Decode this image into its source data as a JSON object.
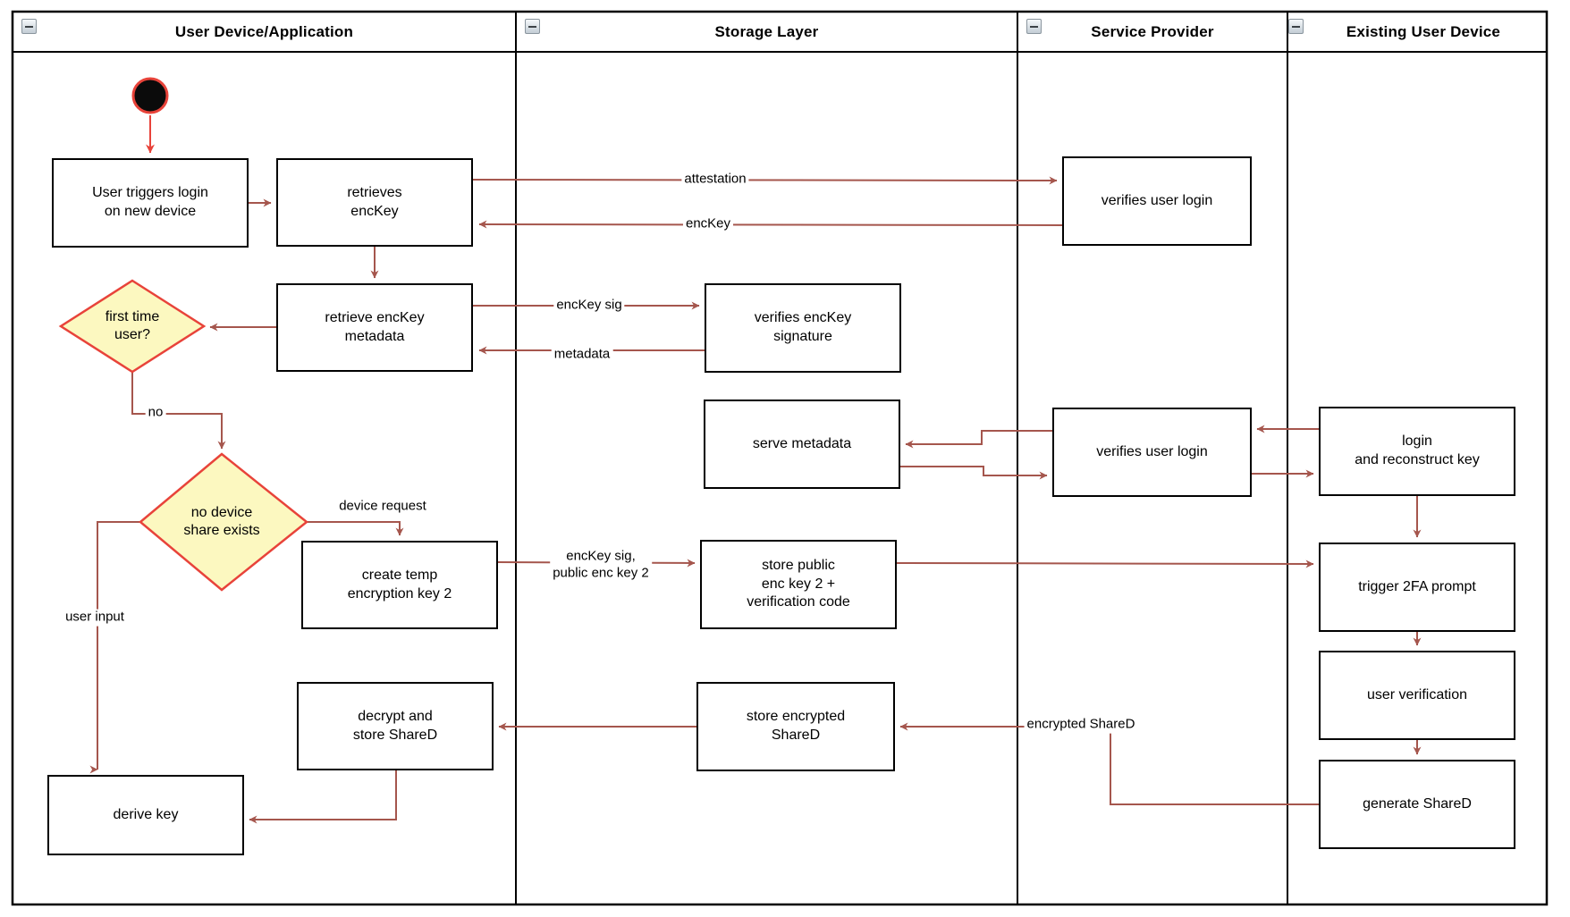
{
  "lanes": [
    {
      "label": "User Device/Application"
    },
    {
      "label": "Storage Layer"
    },
    {
      "label": "Service Provider"
    },
    {
      "label": "Existing User Device"
    }
  ],
  "nodes": {
    "user_triggers_login": {
      "label": "User triggers login\non new device"
    },
    "retrieves_enckey": {
      "label": "retrieves\nencKey"
    },
    "retrieve_enckey_metadata": {
      "label": "retrieve encKey\nmetadata"
    },
    "first_time_user": {
      "label": "first time\nuser?"
    },
    "no_device_share": {
      "label": "no device\nshare exists"
    },
    "create_temp_key": {
      "label": "create temp\nencryption key 2"
    },
    "decrypt_store_shared": {
      "label": "decrypt and\nstore ShareD"
    },
    "derive_key": {
      "label": "derive key"
    },
    "verifies_enckey_signature": {
      "label": "verifies encKey\nsignature"
    },
    "serve_metadata": {
      "label": "serve metadata"
    },
    "store_public_enc_key": {
      "label": "store public\nenc key 2 +\nverification code"
    },
    "store_encrypted_shared": {
      "label": "store encrypted\nShareD"
    },
    "verifies_user_login_top": {
      "label": "verifies user login"
    },
    "verifies_user_login_mid": {
      "label": "verifies user login"
    },
    "login_reconstruct_key": {
      "label": "login\nand reconstruct key"
    },
    "trigger_2fa": {
      "label": "trigger 2FA prompt"
    },
    "user_verification": {
      "label": "user verification"
    },
    "generate_shared": {
      "label": "generate ShareD"
    }
  },
  "edge_labels": {
    "attestation": "attestation",
    "enckey": "encKey",
    "enckey_sig": "encKey sig",
    "metadata": "metadata",
    "no": "no",
    "device_request": "device request",
    "enckey_sig_public": "encKey sig,\npublic enc key 2",
    "user_input": "user input",
    "encrypted_shared": "encrypted ShareD"
  },
  "colors": {
    "flow_arrow": "#a5564d",
    "start_accent": "#e8433a",
    "decision_fill": "#fcf8c0",
    "decision_border": "#e8433a",
    "node_border": "#000000",
    "lane_border": "#000000"
  }
}
